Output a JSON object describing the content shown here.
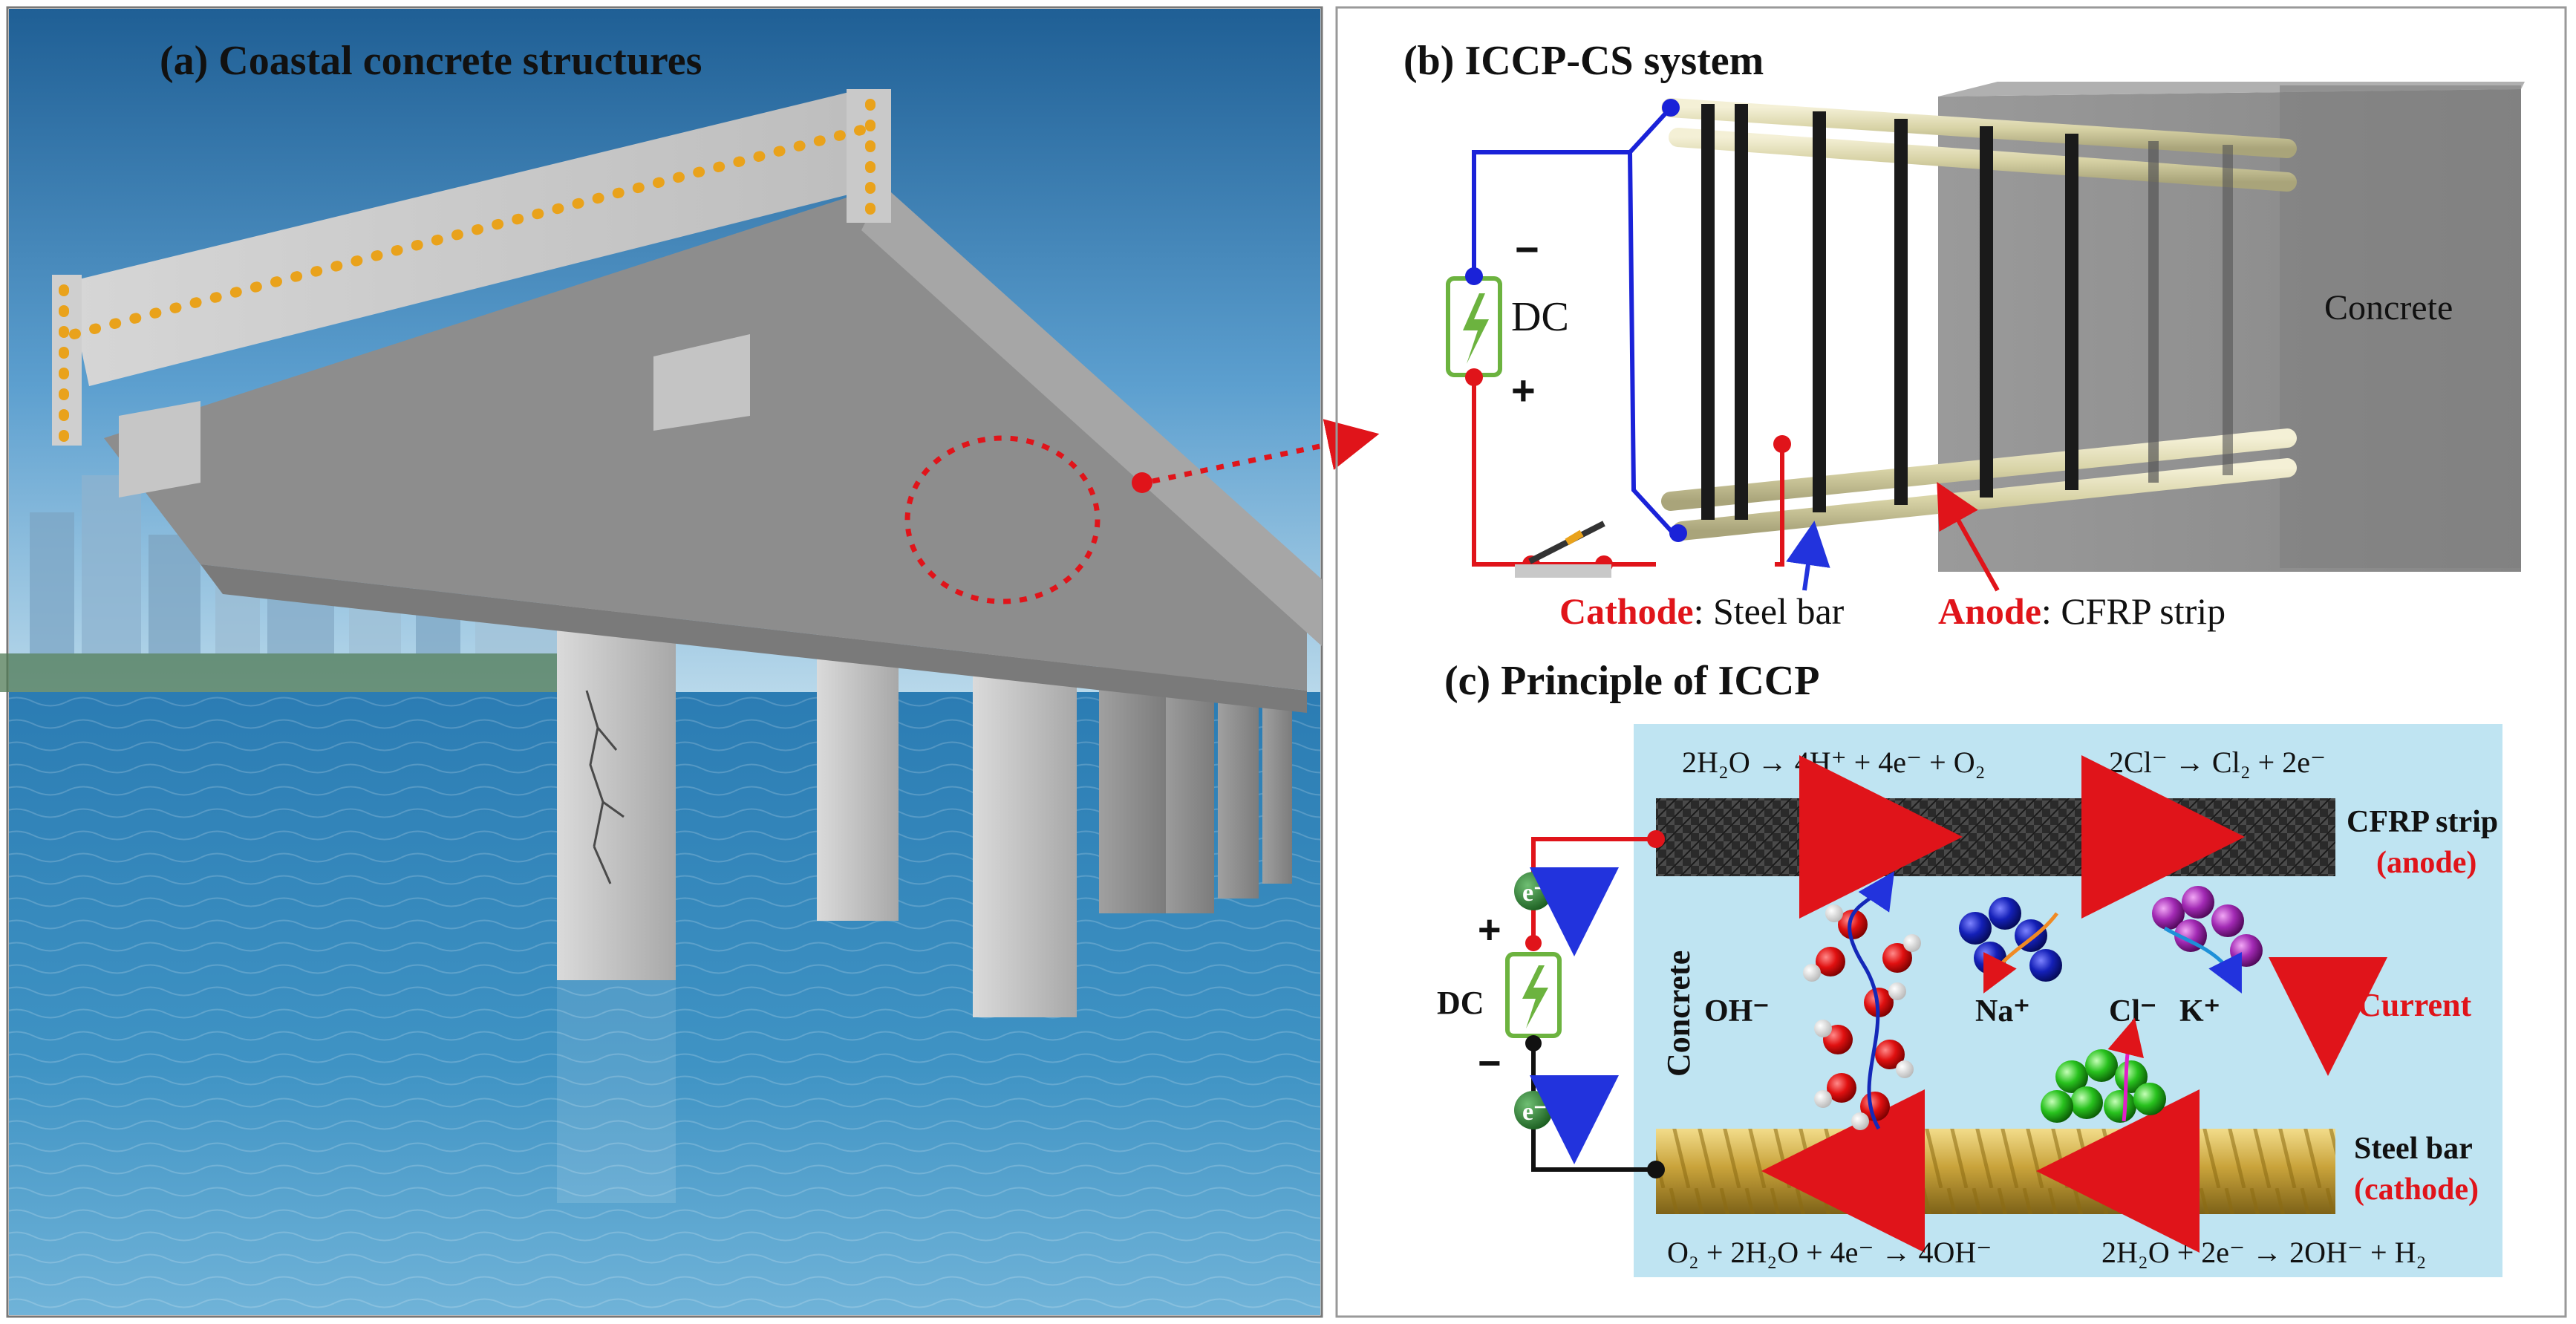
{
  "panel_a": {
    "title": "(a) Coastal concrete structures"
  },
  "panel_b": {
    "title": "(b) ICCP-CS system",
    "power_label": "DC",
    "minus_sign": "−",
    "plus_sign": "+",
    "concrete_label": "Concrete",
    "cathode_word": "Cathode",
    "cathode_rest": ": Steel bar",
    "anode_word": "Anode",
    "anode_rest": ": CFRP strip"
  },
  "panel_c": {
    "title": "(c) Principle of ICCP",
    "anode_reaction_1": "2H₂O → 4H⁺ + 4e⁻ + O₂",
    "anode_reaction_2": "2Cl⁻ → Cl₂ + 2e⁻",
    "cathode_reaction_1": "O₂ + 2H₂O + 4e⁻ → 4OH⁻",
    "cathode_reaction_2": "2H₂O + 2e⁻ → 2OH⁻ + H₂",
    "cfrp_label": "CFRP strip",
    "anode_paren": "(anode)",
    "steel_label": "Steel bar",
    "cathode_paren": "(cathode)",
    "concrete_label": "Concrete",
    "oh_label": "OH⁻",
    "na_label": "Na⁺",
    "cl_label": "Cl⁻",
    "k_label": "K⁺",
    "current_label": "Current",
    "power_label": "DC",
    "plus_sign": "+",
    "minus_sign": "−",
    "electron_label": "e⁻"
  },
  "colors": {
    "sky": "#4d8fc4",
    "sea": "#2f7fb6",
    "concrete": "#b9b9b9",
    "wire_negative": "#1a22d8",
    "wire_positive": "#e0141a",
    "battery": "#6cb33f",
    "cell_background": "#bfe4f2",
    "electron": "#2e7d32"
  }
}
